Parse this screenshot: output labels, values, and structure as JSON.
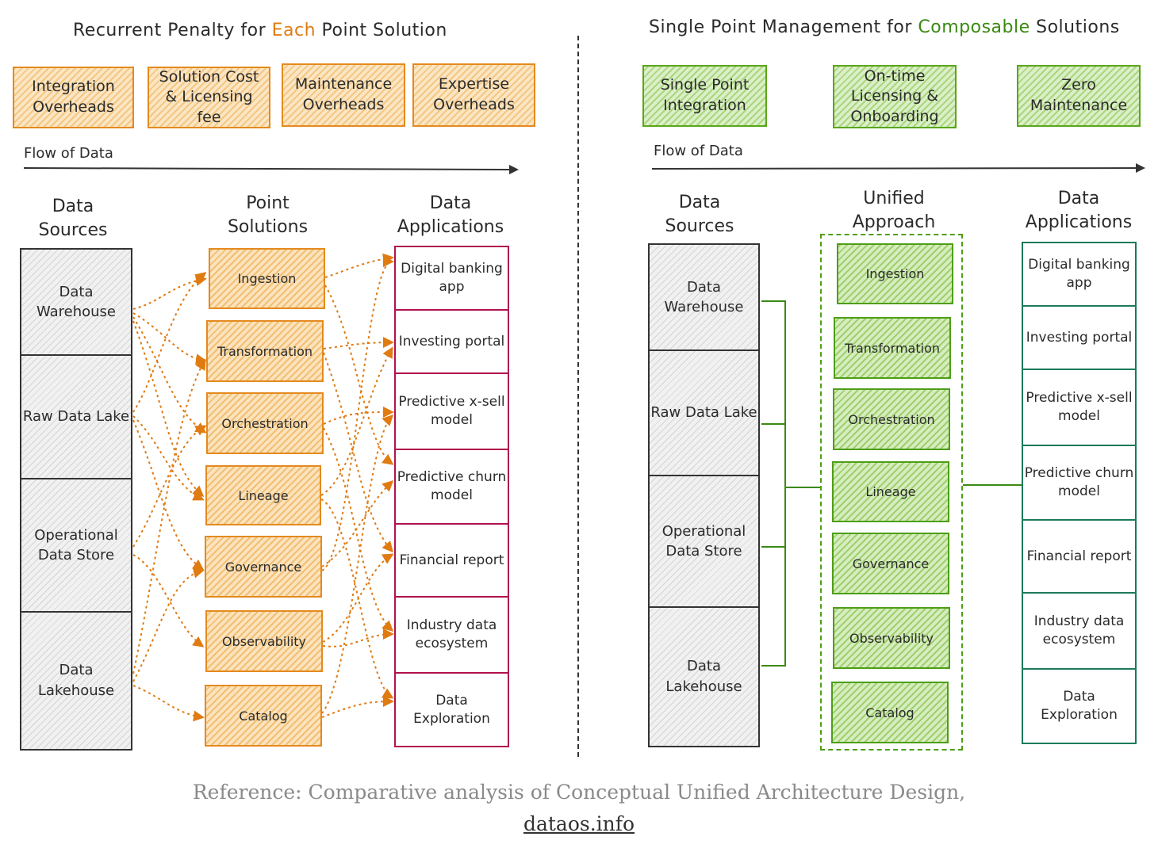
{
  "left": {
    "title_pre": "Recurrent Penalty for ",
    "title_accent": "Each",
    "title_post": " Point Solution",
    "penalties": [
      "Integration Overheads",
      "Solution Cost & Licensing fee",
      "Maintenance Overheads",
      "Expertise Overheads"
    ],
    "flow_label": "Flow of Data",
    "headers": {
      "sources": "Data Sources",
      "middle": "Point Solutions",
      "apps": "Data Applications"
    }
  },
  "right": {
    "title_pre": "Single Point Management for ",
    "title_accent": "Composable",
    "title_post": " Solutions",
    "penalties": [
      "Single Point Integration",
      "On-time Licensing & Onboarding",
      "Zero Maintenance"
    ],
    "flow_label": "Flow of Data",
    "headers": {
      "sources": "Data Sources",
      "middle": "Unified Approach",
      "apps": "Data Applications"
    }
  },
  "sources": [
    "Data Warehouse",
    "Raw Data Lake",
    "Operational Data Store",
    "Data Lakehouse"
  ],
  "solutions": [
    "Ingestion",
    "Transformation",
    "Orchestration",
    "Lineage",
    "Governance",
    "Observability",
    "Catalog"
  ],
  "applications": [
    "Digital banking app",
    "Investing portal",
    "Predictive x-sell model",
    "Predictive churn model",
    "Financial report",
    "Industry data ecosystem",
    "Data Exploration"
  ],
  "caption": {
    "line1": "Reference: Comparative analysis of Conceptual Unified Architecture Design,",
    "line2": "dataos.info"
  },
  "colors": {
    "orange": "#e07b12",
    "green": "#3a8a12",
    "crimson": "#b0124e",
    "teal": "#1b7a5a"
  }
}
